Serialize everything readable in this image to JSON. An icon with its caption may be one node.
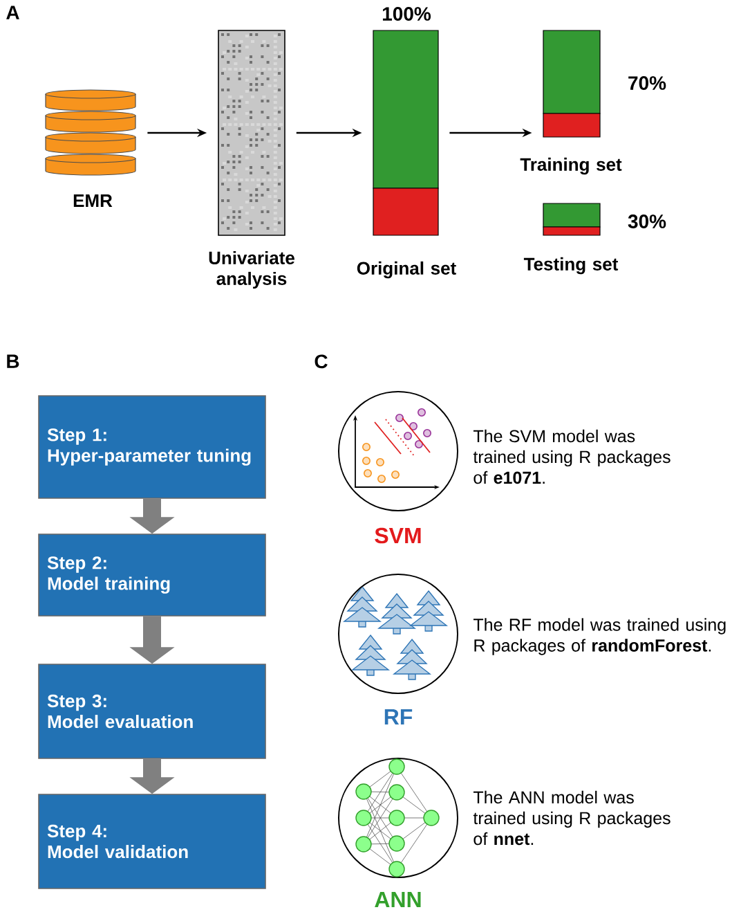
{
  "diagram": {
    "nodes": [
      {
        "text": [
          "EMR"
        ]
      },
      {
        "text": [
          "Univariate analysis"
        ]
      },
      {
        "text": [
          "Original set"
        ],
        "beside": [
          "100%"
        ]
      },
      {
        "text": [
          "Training set"
        ],
        "beside": [
          "70%"
        ]
      },
      {
        "text": [
          "Testing set"
        ],
        "beside": [
          "30%"
        ]
      },
      {
        "text": [
          "Step 1:",
          "Hyper-parameter tuning"
        ]
      },
      {
        "text": [
          "Step 2:",
          "Model training"
        ]
      },
      {
        "text": [
          "Step 3:",
          "Model evaluation"
        ]
      },
      {
        "text": [
          "Step 4:",
          "Model validation"
        ]
      },
      {
        "text": [
          "SVM"
        ],
        "beside": [
          "The SVM model was trained using R packages of **e1071**."
        ]
      },
      {
        "text": [
          "RF"
        ],
        "beside": [
          "The RF model was trained using R packages of **randomForest**."
        ]
      },
      {
        "text": [
          "ANN"
        ],
        "beside": [
          "The ANN model was trained using R packages of **nnet**."
        ]
      }
    ],
    "edges": [
      {
        "from": 0,
        "to": 1,
        "arrow": "to"
      },
      {
        "from": 1,
        "to": 2,
        "arrow": "to"
      },
      {
        "from": 2,
        "to": 3,
        "arrow": "to"
      },
      {
        "from": 5,
        "to": 6,
        "arrow": "to",
        "style": "thick",
        "color": "#808080"
      },
      {
        "from": 6,
        "to": 7,
        "arrow": "to",
        "style": "thick",
        "color": "#808080"
      },
      {
        "from": 7,
        "to": 8,
        "arrow": "to",
        "style": "thick",
        "color": "#808080"
      }
    ],
    "labels": [
      "A",
      "B",
      "C"
    ]
  }
}
